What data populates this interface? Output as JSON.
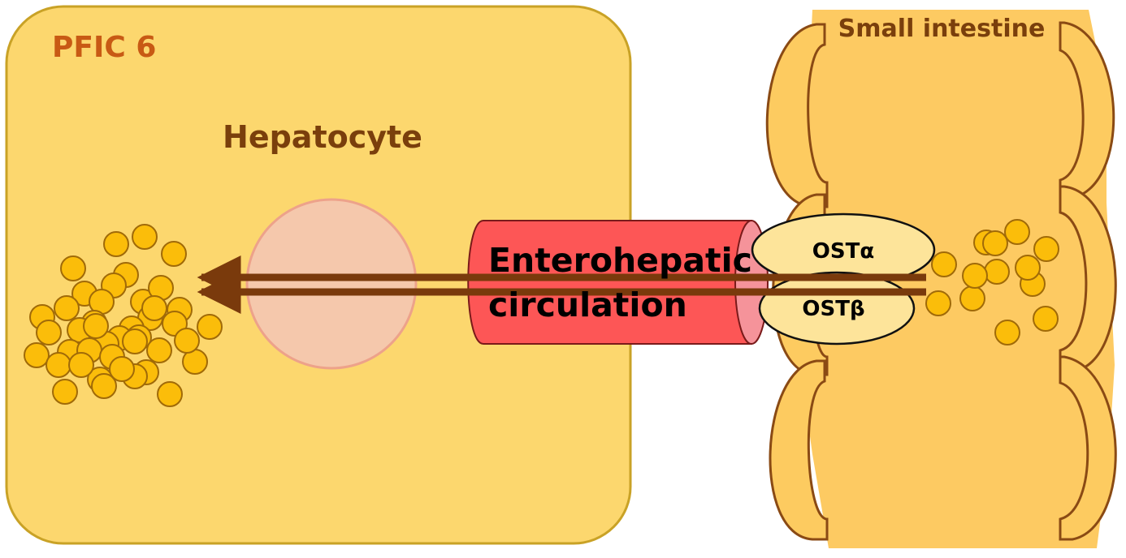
{
  "diagram": {
    "title": "PFIC 6",
    "hepatocyte_label": "Hepatocyte",
    "intestine_label": "Small intestine",
    "vessel_label_line1": "Enterohepatic",
    "vessel_label_line2": "circulation",
    "transporter_alpha": "OSTα",
    "transporter_beta": "OSTβ"
  },
  "colors": {
    "cell_fill": "#fcd76e",
    "cell_border": "#c9a226",
    "title_text": "#c85a14",
    "label_text": "#7a3f0c",
    "nucleus_fill": "#f5c8ac",
    "nucleus_border": "#eda28a",
    "intestine_fill": "#fdca62",
    "intestine_border": "#8a4a14",
    "villus_fill": "#fdcb60",
    "vessel_fill": "#fd5656",
    "vessel_end": "#f5939a",
    "vessel_border": "#7a1a1a",
    "transporter_fill": "#fde49a",
    "arrow": "#7a3a0c",
    "bile_acid_fill": "#fbbd0a",
    "bile_acid_border": "#a06a08"
  },
  "bile_acid_count": {
    "hepatocyte": 42,
    "intestine": 13
  }
}
